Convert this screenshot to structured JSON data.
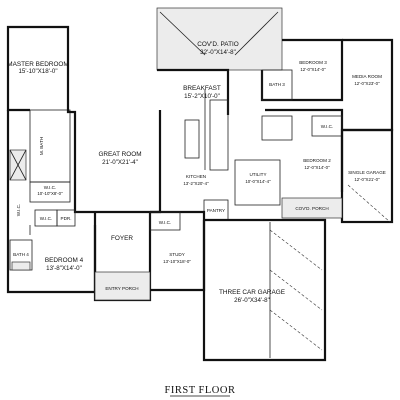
{
  "caption": "FIRST FLOOR",
  "rooms": {
    "patio": {
      "name": "COV'D. PATIO",
      "dims": "32'-0\"X14'-8\""
    },
    "master": {
      "name": "MASTER BEDROOM",
      "dims": "15'-10\"X18'-0\""
    },
    "breakfast": {
      "name": "BREAKFAST",
      "dims": "15'-2\"X10'-0\""
    },
    "bed3": {
      "name": "BEDROOM 3",
      "dims": "12'-0\"X14'-0\""
    },
    "media": {
      "name": "MEDIA ROOM",
      "dims": "12'-0\"X23'-0\""
    },
    "bath3": {
      "name": "BATH 3"
    },
    "mbath": {
      "name": "M. BATH"
    },
    "great": {
      "name": "GREAT ROOM",
      "dims": "21'-0\"X21'-4\""
    },
    "kitchen": {
      "name": "KITCHEN",
      "dims": "13'-2\"X20'-4\""
    },
    "bed2": {
      "name": "BEDROOM 2",
      "dims": "12'-0\"X14'-0\""
    },
    "utility": {
      "name": "UTILITY",
      "dims": "10'-0\"X14'-4\""
    },
    "single_garage": {
      "name": "SINGLE GARAGE",
      "dims": "12'-0\"X21'-0\""
    },
    "wic_master": {
      "name": "W.I.C.",
      "dims": "10'-10\"X8'-0\""
    },
    "wic_right": {
      "name": "W.I.C."
    },
    "wic_bed4": {
      "name": "W.I.C."
    },
    "wic_foyer": {
      "name": "W.I.C."
    },
    "wic_small": {
      "name": "W.I.C."
    },
    "pdr": {
      "name": "PDR."
    },
    "covd_porch": {
      "name": "COV'D. PORCH"
    },
    "pantry": {
      "name": "PANTRY"
    },
    "bed4": {
      "name": "BEDROOM 4",
      "dims": "13'-8\"X14'-0\""
    },
    "bath4": {
      "name": "BATH 4"
    },
    "foyer": {
      "name": "FOYER"
    },
    "study": {
      "name": "STUDY",
      "dims": "13'-10\"X18'-0\""
    },
    "entry_porch": {
      "name": "ENTRY PORCH"
    },
    "garage3": {
      "name": "THREE CAR GARAGE",
      "dims": "26'-0\"X34'-8\""
    }
  }
}
